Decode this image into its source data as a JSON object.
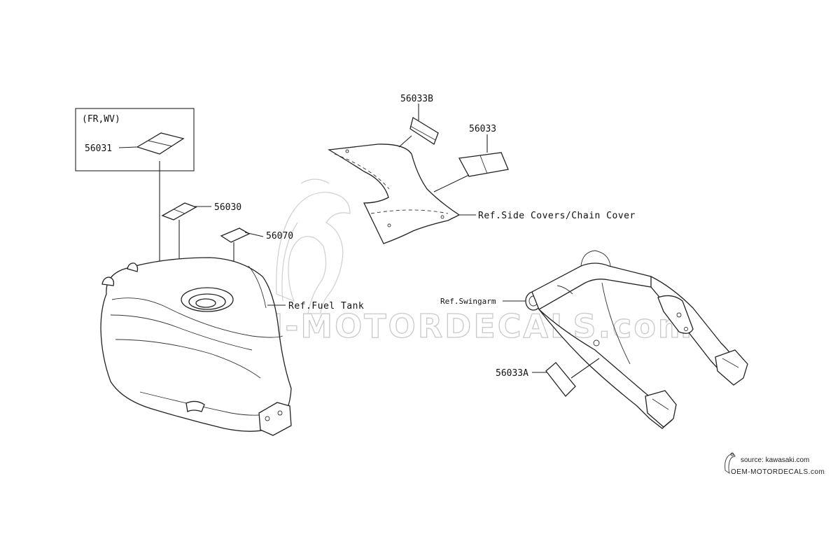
{
  "diagram": {
    "group_box_label": "(FR,WV)",
    "parts": {
      "p56031": "56031",
      "p56030": "56030",
      "p56070": "56070",
      "p56033B": "56033B",
      "p56033": "56033",
      "p56033A": "56033A"
    },
    "references": {
      "side_covers": "Ref.Side Covers/Chain Cover",
      "fuel_tank": "Ref.Fuel Tank",
      "swingarm": "Ref.Swingarm"
    }
  },
  "watermark": {
    "text": "OEM-MOTORDECALS.com"
  },
  "source": {
    "line1": "source: kawasaki.com",
    "line2": "OEM-MOTORDECALS.com"
  }
}
